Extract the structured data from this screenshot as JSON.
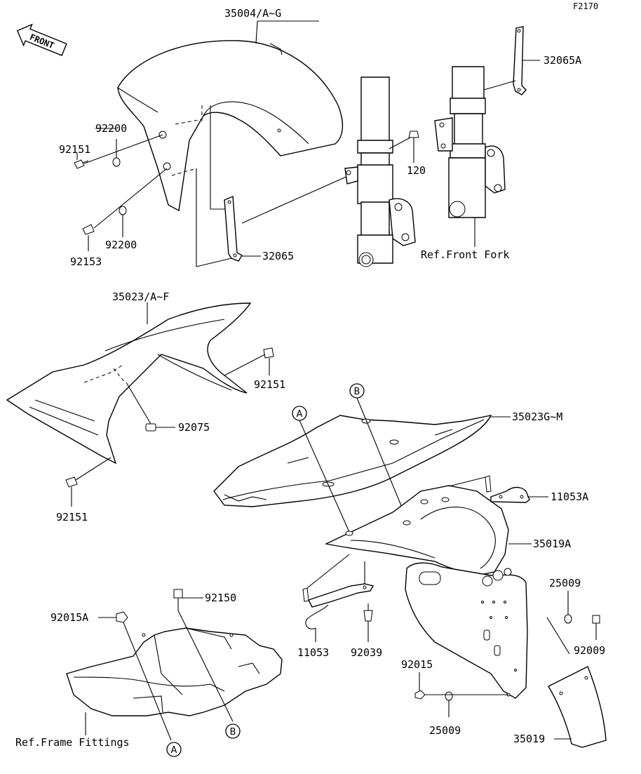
{
  "figure_code": "F2170",
  "front_arrow": "FRONT",
  "labels": {
    "p35004": "35004/A~G",
    "p32065A": "32065A",
    "p92200_top": "92200",
    "p92151_top": "92151",
    "p120": "120",
    "p92153": "92153",
    "p92200_bottom": "92200",
    "p32065": "32065",
    "ref_front_fork": "Ref.Front Fork",
    "p35023": "35023/A~F",
    "p92151_mid": "92151",
    "p92075": "92075",
    "p92151_low": "92151",
    "p35023G": "35023G~M",
    "p11053A": "11053A",
    "p35019A": "35019A",
    "p25009_right": "25009",
    "p92009": "92009",
    "p92150": "92150",
    "p92015A": "92015A",
    "p11053": "11053",
    "p92039": "92039",
    "p92015": "92015",
    "p25009_bottom": "25009",
    "p35019": "35019",
    "ref_frame_fittings": "Ref.Frame Fittings"
  },
  "callouts": {
    "a_top": "A",
    "b_top": "B",
    "a_bottom": "A",
    "b_bottom": "B"
  }
}
